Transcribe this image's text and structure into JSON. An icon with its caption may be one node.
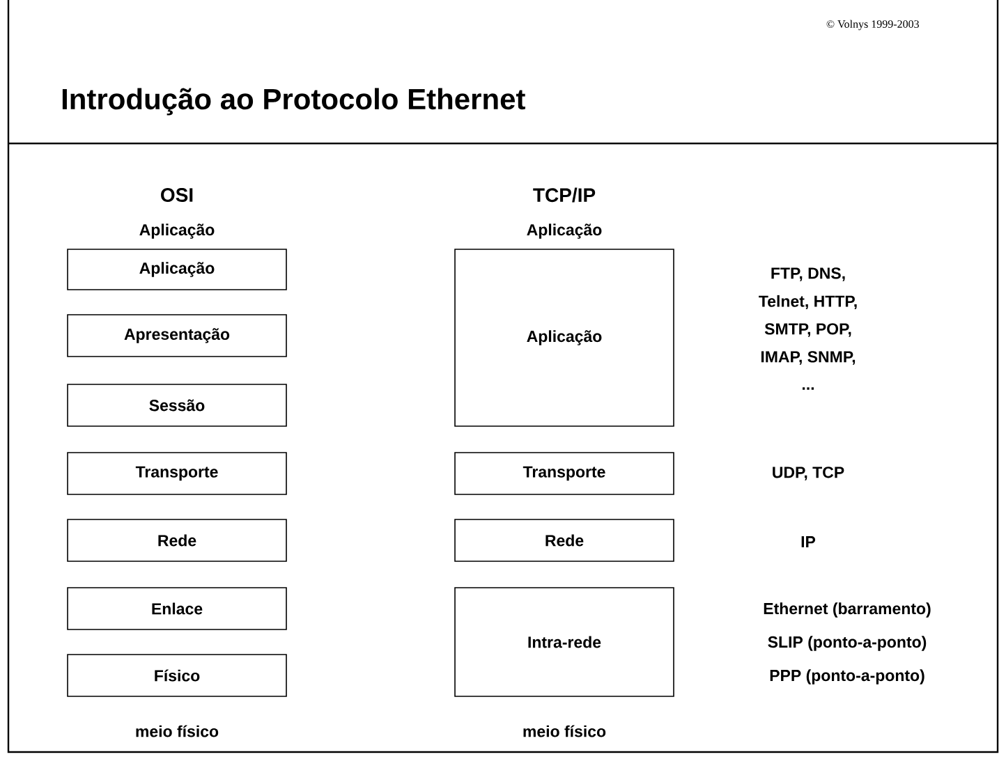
{
  "diagram": {
    "title": "Introdução ao Protocolo Ethernet",
    "nodes": [
      {
        "text": [
          "Aplicação"
        ]
      },
      {
        "text": [
          "Apresentação"
        ]
      },
      {
        "text": [
          "Sessão"
        ]
      },
      {
        "text": [
          "Transporte"
        ]
      },
      {
        "text": [
          "Rede"
        ]
      },
      {
        "text": [
          "Enlace"
        ]
      },
      {
        "text": [
          "Físico"
        ]
      },
      {
        "text": [
          "Aplicação"
        ]
      },
      {
        "text": [
          "Transporte"
        ]
      },
      {
        "text": [
          "Rede"
        ]
      },
      {
        "text": [
          "Intra-rede"
        ]
      }
    ],
    "labels": [
      "© Volnys 1999-2003",
      "OSI",
      "TCP/IP",
      "Aplicação",
      "Aplicação",
      "FTP, DNS,",
      "Telnet, HTTP,",
      "SMTP, POP,",
      "IMAP, SNMP,",
      "...",
      "UDP, TCP",
      "IP",
      "Ethernet (barramento)",
      "SLIP (ponto-a-ponto)",
      "PPP (ponto-a-ponto)",
      "meio físico",
      "meio físico"
    ]
  }
}
